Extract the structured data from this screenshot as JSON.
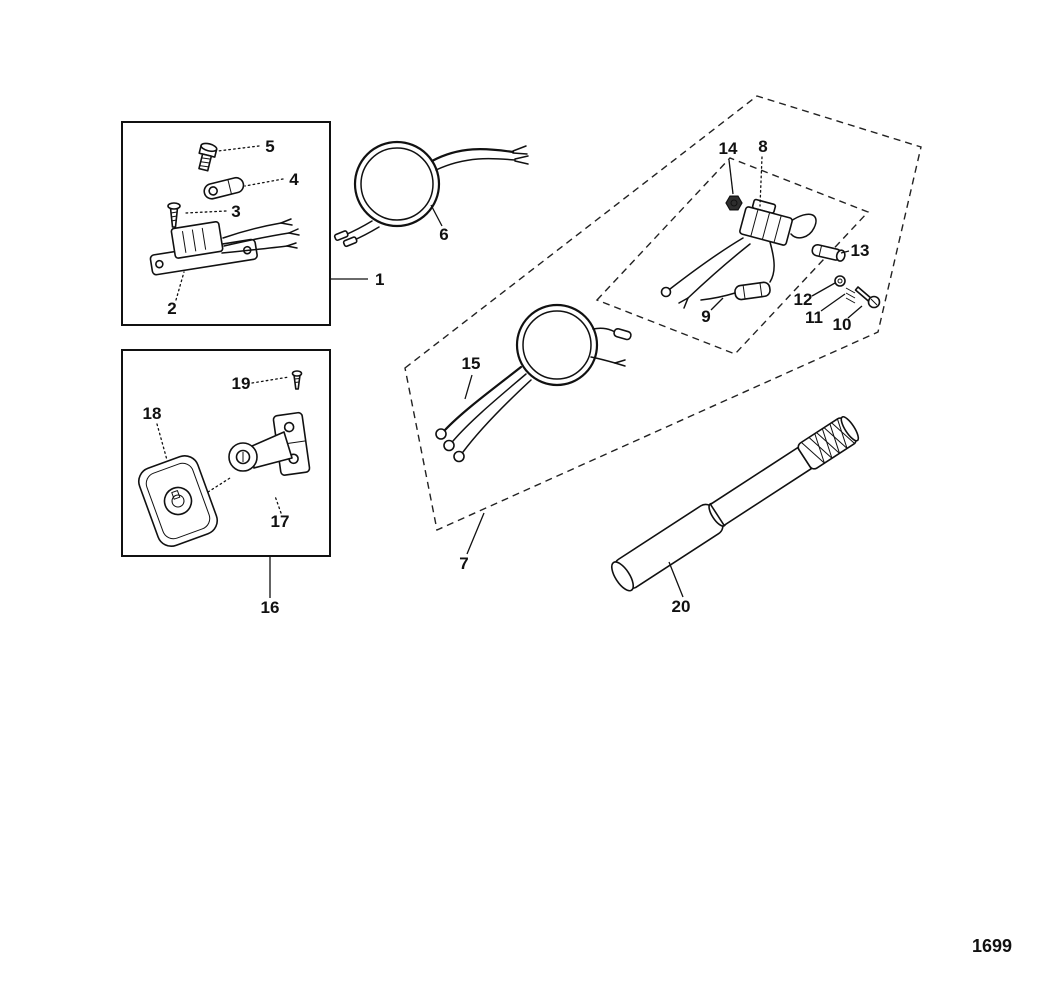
{
  "diagram": {
    "page_number": "1699",
    "colors": {
      "ink": "#111111",
      "background": "#ffffff"
    },
    "callouts": [
      {
        "label": "1"
      },
      {
        "label": "2"
      },
      {
        "label": "3"
      },
      {
        "label": "4"
      },
      {
        "label": "5"
      },
      {
        "label": "6"
      },
      {
        "label": "7"
      },
      {
        "label": "8"
      },
      {
        "label": "9"
      },
      {
        "label": "10"
      },
      {
        "label": "11"
      },
      {
        "label": "12"
      },
      {
        "label": "13"
      },
      {
        "label": "14"
      },
      {
        "label": "15"
      },
      {
        "label": "16"
      },
      {
        "label": "17"
      },
      {
        "label": "18"
      },
      {
        "label": "19"
      },
      {
        "label": "20"
      }
    ]
  }
}
